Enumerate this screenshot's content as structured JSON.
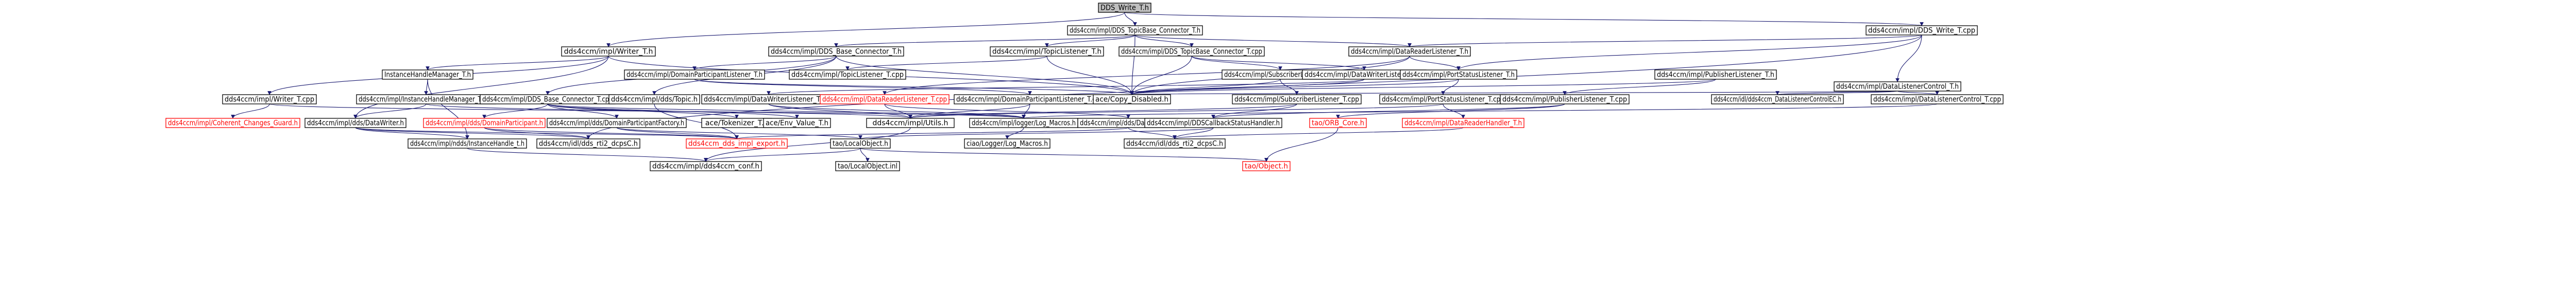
{
  "colors": {
    "edge": "#191970",
    "node_border": "#000000",
    "root_fill": "#bfbfbf",
    "missing_file": "#ff0000",
    "background": "#ffffff"
  },
  "nodes": [
    {
      "id": "root",
      "label": "DDS_Write_T.h",
      "root": true
    },
    {
      "id": "n_dbt_h",
      "label": "dds4ccm/impl/DDS_TopicBase_Connector_T.h"
    },
    {
      "id": "n_writer_t_h",
      "label": "dds4ccm/impl/Writer_T.h"
    },
    {
      "id": "n_dw_cpp",
      "label": "dds4ccm/impl/DDS_Write_T.cpp"
    },
    {
      "id": "n_dbc_h",
      "label": "dds4ccm/impl/DDS_Base_Connector_T.h"
    },
    {
      "id": "n_tl_h",
      "label": "dds4ccm/impl/TopicListener_T.h"
    },
    {
      "id": "n_dbt_cpp",
      "label": "dds4ccm/impl/DDS_TopicBase_Connector_T.cpp"
    },
    {
      "id": "n_drl_h",
      "label": "dds4ccm/impl/DataReaderListener_T.h"
    },
    {
      "id": "n_dlc_h",
      "label": "dds4ccm/impl/DataListenerControl_T.h"
    },
    {
      "id": "n_ihm_h",
      "label": "InstanceHandleManager_T.h"
    },
    {
      "id": "n_dpl_h",
      "label": "dds4ccm/impl/DomainParticipantListener_T.h"
    },
    {
      "id": "n_tl_cpp",
      "label": "dds4ccm/impl/TopicListener_T.cpp"
    },
    {
      "id": "n_sl_h",
      "label": "dds4ccm/impl/SubscriberListener_T.h"
    },
    {
      "id": "n_dwl_h",
      "label": "dds4ccm/impl/DataWriterListener_T.h"
    },
    {
      "id": "n_psl_h",
      "label": "dds4ccm/impl/PortStatusListener_T.h"
    },
    {
      "id": "n_pl_h",
      "label": "dds4ccm/impl/PublisherListener_T.h"
    },
    {
      "id": "n_writer_cpp",
      "label": "dds4ccm/impl/Writer_T.cpp"
    },
    {
      "id": "n_ihm_cpp",
      "label": "dds4ccm/impl/InstanceHandleManager_T.cpp"
    },
    {
      "id": "n_dbc_cpp",
      "label": "dds4ccm/impl/DDS_Base_Connector_T.cpp"
    },
    {
      "id": "n_topic_h",
      "label": "dds4ccm/impl/dds/Topic.h"
    },
    {
      "id": "n_dwl_cpp",
      "label": "dds4ccm/impl/DataWriterListener_T.cpp"
    },
    {
      "id": "n_drl_cpp",
      "label": "dds4ccm/impl/DataReaderListener_T.cpp",
      "missing": true
    },
    {
      "id": "n_dpl_cpp",
      "label": "dds4ccm/impl/DomainParticipantListener_T.cpp"
    },
    {
      "id": "n_copy_h",
      "label": "ace/Copy_Disabled.h"
    },
    {
      "id": "n_sl_cpp",
      "label": "dds4ccm/impl/SubscriberListener_T.cpp"
    },
    {
      "id": "n_psl_cpp",
      "label": "dds4ccm/impl/PortStatusListener_T.cpp"
    },
    {
      "id": "n_pl_cpp",
      "label": "dds4ccm/impl/PublisherListener_T.cpp"
    },
    {
      "id": "n_dlcec_h",
      "label": "dds4ccm/idl/dds4ccm_DataListenerControlEC.h"
    },
    {
      "id": "n_dlc_cpp",
      "label": "dds4ccm/impl/DataListenerControl_T.cpp"
    },
    {
      "id": "n_ccg_h",
      "label": "dds4ccm/impl/Coherent_Changes_Guard.h",
      "missing": true
    },
    {
      "id": "n_dwr_h",
      "label": "dds4ccm/impl/dds/DataWriter.h"
    },
    {
      "id": "n_dp_h",
      "label": "dds4ccm/impl/dds/DomainParticipant.h",
      "missing": true
    },
    {
      "id": "n_dpf_h",
      "label": "dds4ccm/impl/dds/DomainParticipantFactory.h"
    },
    {
      "id": "n_tok_h",
      "label": "ace/Tokenizer_T.h"
    },
    {
      "id": "n_env_h",
      "label": "ace/Env_Value_T.h"
    },
    {
      "id": "n_utils_h",
      "label": "dds4ccm/impl/Utils.h"
    },
    {
      "id": "n_logger_h",
      "label": "dds4ccm/impl/logger/Log_Macros.h"
    },
    {
      "id": "n_drr_h",
      "label": "dds4ccm/impl/dds/DataReader.h"
    },
    {
      "id": "n_cbs_h",
      "label": "dds4ccm/impl/DDSCallbackStatusHandler.h"
    },
    {
      "id": "n_orb_h",
      "label": "tao/ORB_Core.h",
      "missing": true
    },
    {
      "id": "n_drh_h",
      "label": "dds4ccm/impl/DataReaderHandler_T.h",
      "missing": true
    },
    {
      "id": "n_ndds_h",
      "label": "dds4ccm/impl/ndds/InstanceHandle_t.h"
    },
    {
      "id": "n_rti_h",
      "label": "dds4ccm/idl/dds_rti2_dcpsC.h"
    },
    {
      "id": "n_dds_impl_h",
      "label": "dds4ccm_dds_impl_export.h",
      "missing": true
    },
    {
      "id": "n_local_h",
      "label": "tao/LocalObject.h"
    },
    {
      "id": "n_log_h",
      "label": "ciao/Logger/Log_Macros.h"
    },
    {
      "id": "n_dcps_h",
      "label": "dds4ccm/idl/dds_rti2_dcpsC.h"
    },
    {
      "id": "n_conf_h",
      "label": "dds4ccm/impl/dds4ccm_conf.h"
    },
    {
      "id": "n_local_inl",
      "label": "tao/LocalObject.inl"
    },
    {
      "id": "n_obj_h",
      "label": "tao/Object.h",
      "missing": true
    }
  ]
}
